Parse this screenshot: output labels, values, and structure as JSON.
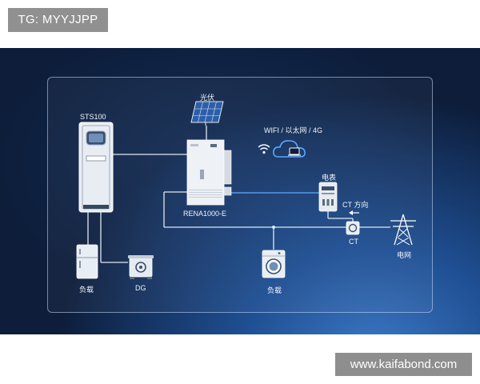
{
  "badges": {
    "tg": "TG: MYYJJPP",
    "site": "www.kaifabond.com"
  },
  "diagram": {
    "sts_label": "STS100",
    "pv_label": "光伏",
    "inverter_label": "RENA1000-E",
    "comm_label": "WIFI / 以太网 / 4G",
    "meter_label": "电表",
    "ct_direction_label": "CT 方向",
    "ct_label": "CT",
    "grid_label": "电网",
    "load_left_label": "负载",
    "dg_label": "DG",
    "load_center_label": "负载"
  },
  "colors": {
    "wire": "#dfe8f4",
    "comm_wire": "#5aa8ff",
    "panel_border": "#c8dcf5",
    "background_dark": "#0a1730",
    "background_glow": "#3c78c4"
  },
  "icons": {
    "wifi": "wifi-icon",
    "cloud": "cloud-icon",
    "solar": "solar-panel-icon",
    "tower": "power-tower-icon",
    "fridge": "fridge-icon",
    "generator": "generator-icon",
    "washer": "washing-machine-icon",
    "meter": "meter-icon",
    "ct": "ct-sensor-icon"
  }
}
